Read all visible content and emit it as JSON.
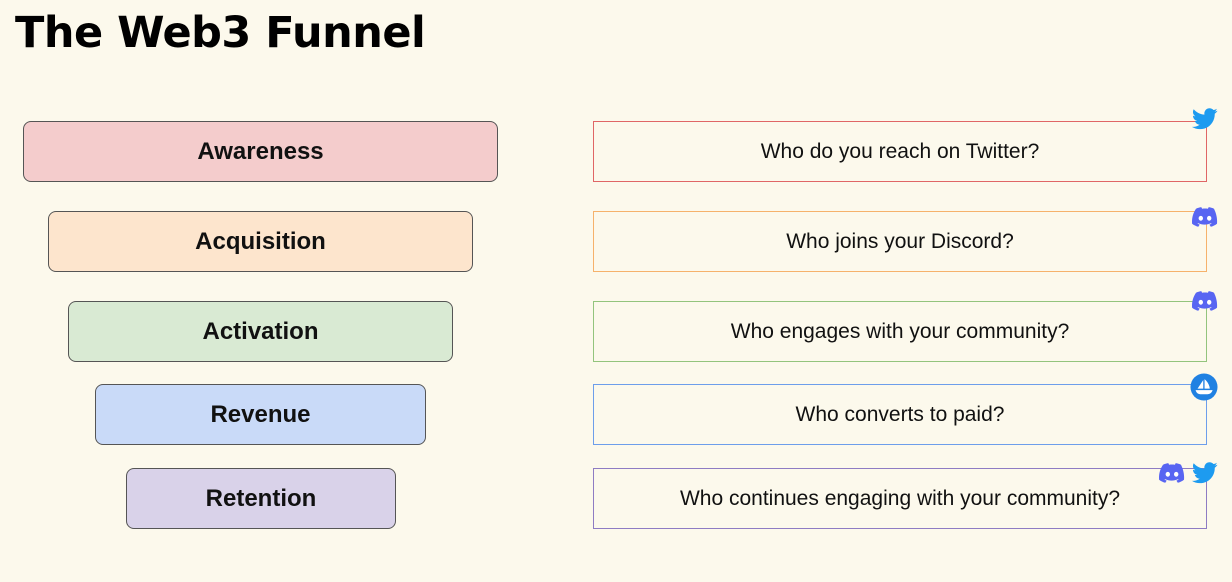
{
  "title": "The Web3 Funnel",
  "stages": [
    {
      "label": "Awareness",
      "fill": "#f4cccc"
    },
    {
      "label": "Acquisition",
      "fill": "#fde5cd"
    },
    {
      "label": "Activation",
      "fill": "#d9ead3"
    },
    {
      "label": "Revenue",
      "fill": "#c9daf8"
    },
    {
      "label": "Retention",
      "fill": "#d9d2e9"
    }
  ],
  "questions": [
    {
      "text": "Who do you reach on Twitter?",
      "border": "#e06666",
      "icons": [
        "twitter-icon"
      ]
    },
    {
      "text": "Who joins your Discord?",
      "border": "#f6b26b",
      "icons": [
        "discord-icon"
      ]
    },
    {
      "text": "Who engages with your community?",
      "border": "#93c47d",
      "icons": [
        "discord-icon"
      ]
    },
    {
      "text": "Who converts to paid?",
      "border": "#6d9eeb",
      "icons": [
        "opensea-icon"
      ]
    },
    {
      "text": "Who continues engaging with your community?",
      "border": "#8e7cc3",
      "icons": [
        "discord-icon",
        "twitter-icon"
      ]
    }
  ],
  "colors": {
    "background": "#fcf9ec",
    "twitter": "#1d9bf0",
    "discord": "#5865f2",
    "opensea": "#2081e2"
  }
}
